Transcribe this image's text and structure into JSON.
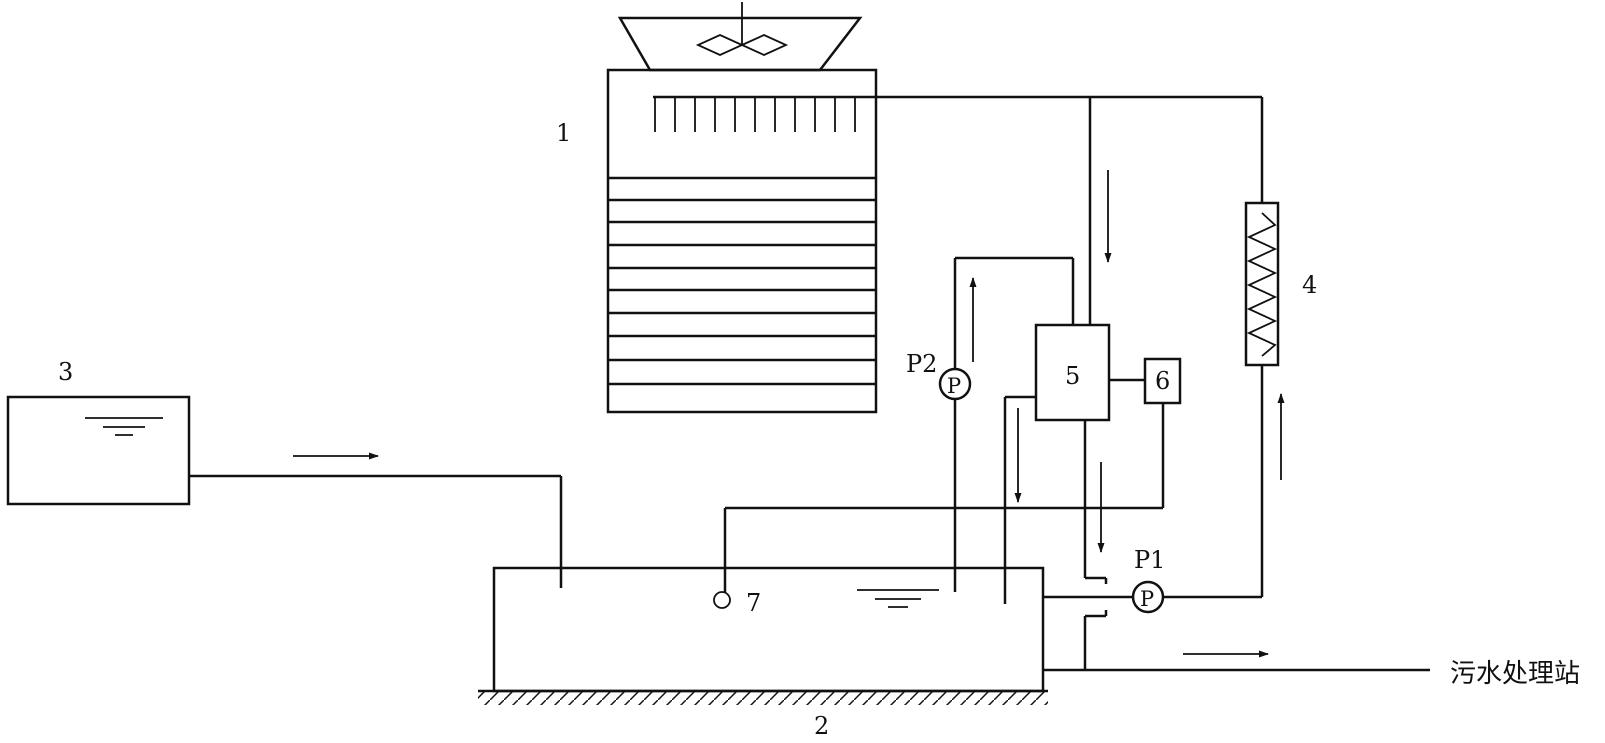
{
  "labels": {
    "cooling_tower": "1",
    "water_tank": "2",
    "makeup_tank": "3",
    "heat_exchanger": "4",
    "unit_5": "5",
    "unit_6": "6",
    "sensor_7": "7",
    "pump_p1": "P1",
    "pump_p2": "P2",
    "pump_symbol": "P",
    "sewage_station": "污水处理站"
  },
  "colors": {
    "line": "#111111",
    "background": "#ffffff"
  },
  "icons": [
    "fan-icon",
    "pump-icon",
    "coil-icon",
    "water-level-icon",
    "ground-hatch-icon",
    "flow-arrow-icon"
  ]
}
